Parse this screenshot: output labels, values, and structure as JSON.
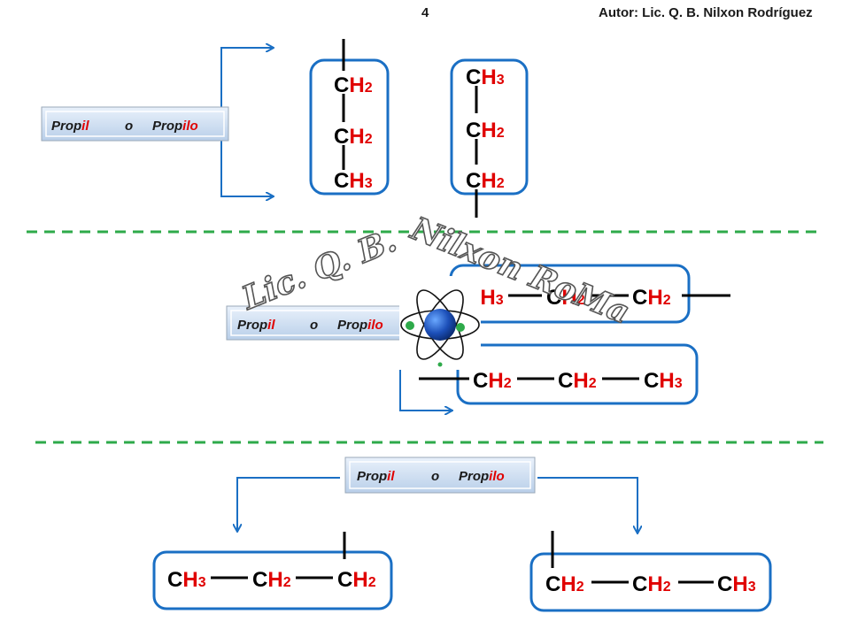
{
  "header": {
    "page_number": "4",
    "author": "Autor: Lic. Q. B.  Nilxon Rodríguez"
  },
  "watermark": {
    "line1": "Lic. Q. B.",
    "line2": "Nilxon RoMa"
  },
  "label": {
    "part1": "Prop",
    "part2": "il",
    "part3": "o",
    "part4": "Prop",
    "part5": "ilo"
  },
  "groups": {
    "ch2": {
      "c": "C",
      "h": "H",
      "n": "2"
    },
    "ch3": {
      "c": "C",
      "h": "H",
      "n": "3"
    }
  },
  "colors": {
    "box": "#1a6fc4",
    "dashes": "#2eaa4a",
    "hydrogen": "#e00000"
  },
  "icons": [
    "atom-icon",
    "arrow-icon"
  ]
}
